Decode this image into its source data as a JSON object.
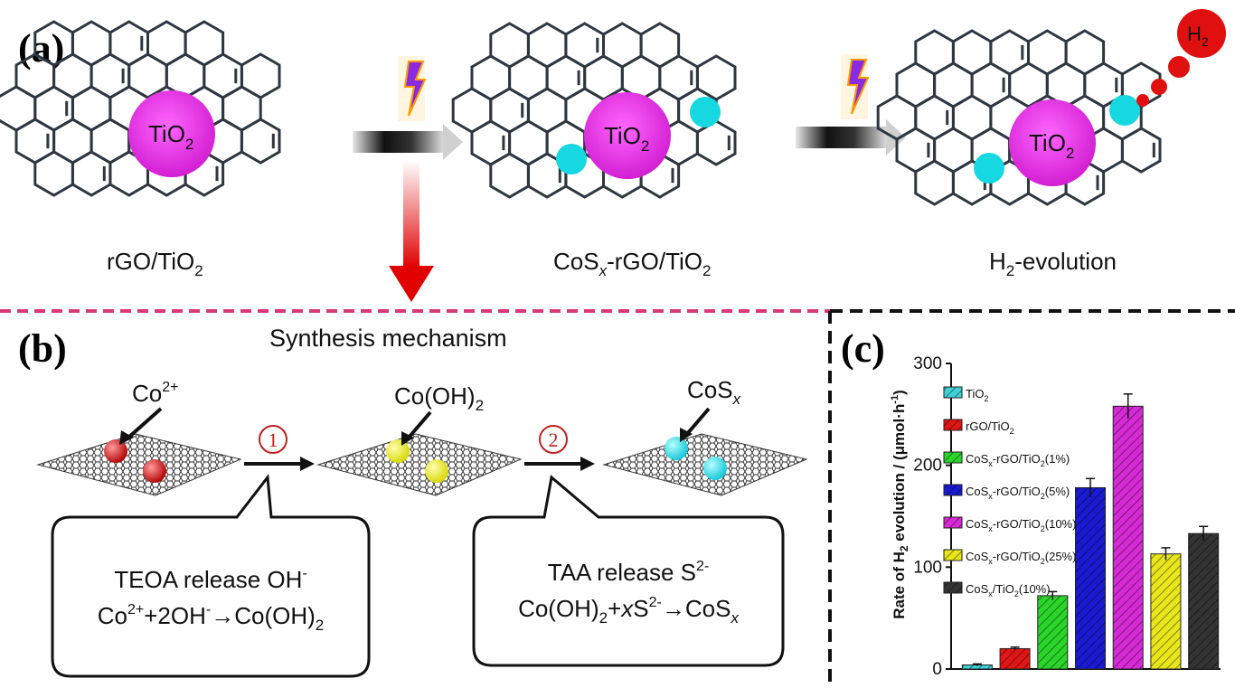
{
  "panel_a": {
    "tag": "(a)",
    "tio2": {
      "main": "TiO",
      "sub": "2"
    },
    "h2": {
      "main": "H",
      "sub": "2"
    },
    "label_1": {
      "main": "rGO/TiO",
      "sub": "2"
    },
    "label_2": {
      "a": "CoS",
      "sub1": "x",
      "b": "-rGO/TiO",
      "sub2": "2"
    },
    "label_3": {
      "a": "H",
      "sub": "2",
      "b": "-evolution"
    }
  },
  "panel_b": {
    "tag": "(b)",
    "title": "Synthesis mechanism",
    "species_1": {
      "main": "Co",
      "sup": "2+"
    },
    "species_2": {
      "main": "Co(OH)",
      "sub": "2"
    },
    "species_3": {
      "main": "CoS",
      "sub": "x"
    },
    "step_1": "1",
    "step_2": "2",
    "box_1": {
      "line1": {
        "main": "TEOA release OH",
        "sup": "-"
      },
      "line2": {
        "a": "Co",
        "sup1": "2+",
        "b": "+2OH",
        "sup2": "-",
        "c": "→Co(OH)",
        "sub": "2"
      }
    },
    "box_2": {
      "line1": {
        "main": "TAA release S",
        "sup": "2-"
      },
      "line2": {
        "a": "Co(OH)",
        "sub1": "2",
        "b": "+",
        "x": "x",
        "c": "S",
        "sup": "2-",
        "d": "→CoS",
        "sub2": "x"
      }
    }
  },
  "panel_c": {
    "tag": "(c)"
  },
  "chart_data": {
    "type": "bar",
    "ylabel": {
      "a": "Rate of H",
      "sub": "2",
      "b": " evolution / (μmol·h",
      "sup": "-1",
      "c": ")"
    },
    "ylim": [
      0,
      300
    ],
    "yticks": [
      "0",
      "100",
      "200",
      "300"
    ],
    "legend_position": "top-left",
    "series": [
      {
        "name": {
          "a": "TiO",
          "sub": "2"
        },
        "value": 4,
        "error": 1,
        "color": "#3fd0d6"
      },
      {
        "name": {
          "a": "rGO/TiO",
          "sub": "2"
        },
        "value": 20,
        "error": 1.5,
        "color": "#e01616"
      },
      {
        "name": {
          "a": "CoS",
          "sub": "x",
          "b": "-rGO/TiO",
          "sub2": "2",
          "c": "(1%)"
        },
        "value": 72,
        "error": 4,
        "color": "#2bd42b"
      },
      {
        "name": {
          "a": "CoS",
          "sub": "x",
          "b": "-rGO/TiO",
          "sub2": "2",
          "c": "(5%)"
        },
        "value": 178,
        "error": 9,
        "color": "#1a1ad0"
      },
      {
        "name": {
          "a": "CoS",
          "sub": "x",
          "b": "-rGO/TiO",
          "sub2": "2",
          "c": "(10%)"
        },
        "value": 258,
        "error": 12,
        "color": "#d62ad6"
      },
      {
        "name": {
          "a": "CoS",
          "sub": "x",
          "b": "-rGO/TiO",
          "sub2": "2",
          "c": "(25%)"
        },
        "value": 113,
        "error": 6,
        "color": "#e6e61a"
      },
      {
        "name": {
          "a": "CoS",
          "sub": "x",
          "b": "/TiO",
          "sub2": "2",
          "c": "(10%)"
        },
        "value": 133,
        "error": 7,
        "color": "#333333"
      }
    ]
  }
}
